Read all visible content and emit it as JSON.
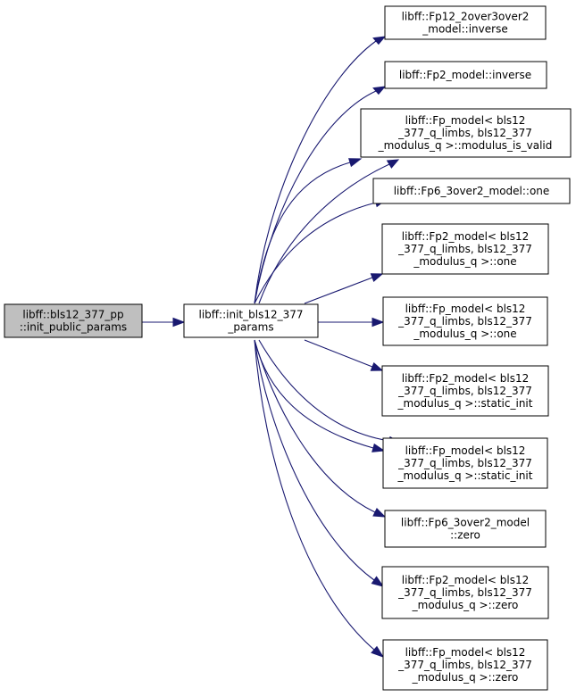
{
  "colors": {
    "edge": "#191970",
    "node_fill": "#ffffff",
    "highlight_fill": "#bfbfbf",
    "border": "#000000"
  },
  "nodes": {
    "n0": [
      "libff::bls12_377_pp",
      "::init_public_params"
    ],
    "n1": [
      "libff::init_bls12_377",
      "_params"
    ],
    "t0": [
      "libff::Fp12_2over3over2",
      "_model::inverse"
    ],
    "t1": [
      "libff::Fp2_model::inverse"
    ],
    "t2": [
      "libff::Fp_model< bls12",
      "_377_q_limbs, bls12_377",
      "_modulus_q >::modulus_is_valid"
    ],
    "t3": [
      "libff::Fp6_3over2_model::one"
    ],
    "t4": [
      "libff::Fp2_model< bls12",
      "_377_q_limbs, bls12_377",
      "_modulus_q >::one"
    ],
    "t5": [
      "libff::Fp_model< bls12",
      "_377_q_limbs, bls12_377",
      "_modulus_q >::one"
    ],
    "t6": [
      "libff::Fp2_model< bls12",
      "_377_q_limbs, bls12_377",
      "_modulus_q >::static_init"
    ],
    "t7": [
      "libff::Fp_model< bls12",
      "_377_q_limbs, bls12_377",
      "_modulus_q >::static_init"
    ],
    "t8": [
      "libff::Fp6_3over2_model",
      "::zero"
    ],
    "t9": [
      "libff::Fp2_model< bls12",
      "_377_q_limbs, bls12_377",
      "_modulus_q >::zero"
    ],
    "t10": [
      "libff::Fp_model< bls12",
      "_377_q_limbs, bls12_377",
      "_modulus_q >::zero"
    ]
  }
}
